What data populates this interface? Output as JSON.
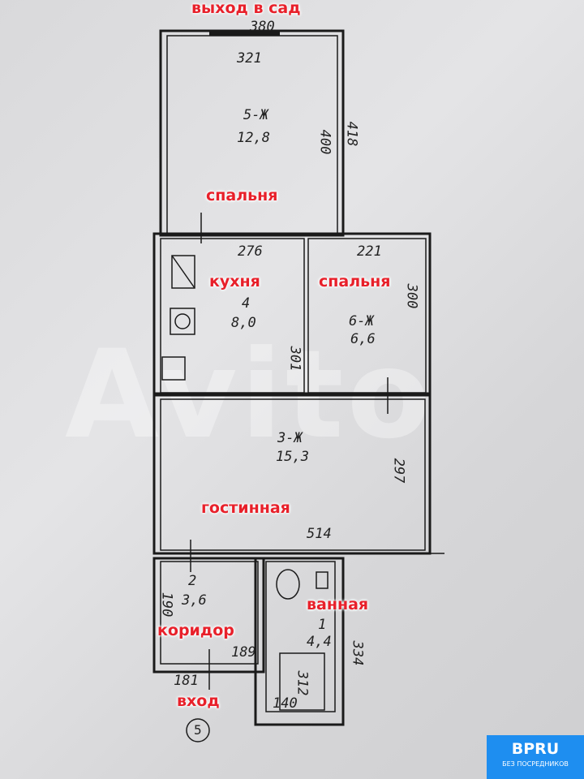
{
  "watermark": "Avito",
  "labels": {
    "garden_exit": "выход в сад",
    "bedroom_top": "спальня",
    "kitchen": "кухня",
    "bedroom_right": "спальня",
    "living": "гостинная",
    "bathroom": "ванная",
    "corridor": "коридор",
    "entrance": "вход"
  },
  "dimensions": {
    "top_outer": "380",
    "top_inner": "321",
    "r5_inner": "400",
    "r5_outer": "418",
    "kitchen_width": "276",
    "bedroom6_width": "221",
    "bedroom6_depth": "300",
    "kitchen_depth": "301",
    "living_depth": "297",
    "living_width": "514",
    "corridor_depth": "190",
    "corridor_width": "189",
    "bath_depth": "334",
    "bathtub": "312",
    "entrance_width": "181",
    "bath_width": "140"
  },
  "rooms": [
    {
      "number": "5-Ж",
      "area": "12,8"
    },
    {
      "number": "4",
      "area": "8,0"
    },
    {
      "number": "6-Ж",
      "area": "6,6"
    },
    {
      "number": "3-Ж",
      "area": "15,3"
    },
    {
      "number": "2",
      "area": "3,6"
    },
    {
      "number": "1",
      "area": "4,4"
    }
  ],
  "apartment_number": "5",
  "badge": {
    "title": "BPRU",
    "subtitle": "БЕЗ ПОСРЕДНИКОВ"
  }
}
